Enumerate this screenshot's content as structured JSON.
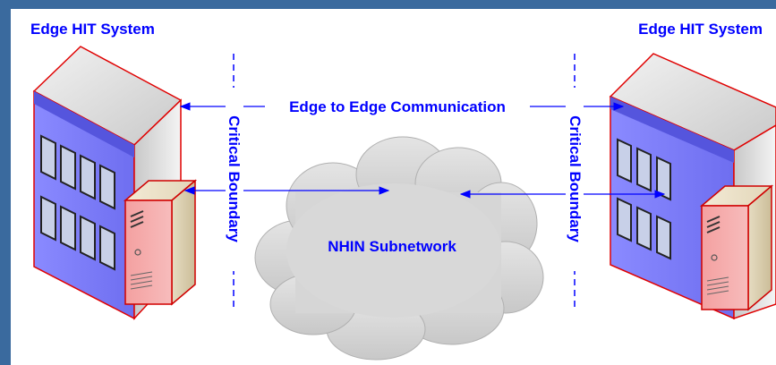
{
  "diagram": {
    "left_system_title": "Edge HIT System",
    "right_system_title": "Edge HIT System",
    "edge_communication_label": "Edge to Edge Communication",
    "left_boundary_label": "Critical Boundary",
    "right_boundary_label": "Critical Boundary",
    "network_label": "NHIN Subnetwork"
  },
  "colors": {
    "frame": "#3a6a9e",
    "text": "#0000ff",
    "building_front": "#8080ff",
    "building_outline": "#ff0000"
  },
  "icons": [
    "office-building-icon",
    "server-tower-icon",
    "cloud-icon"
  ]
}
